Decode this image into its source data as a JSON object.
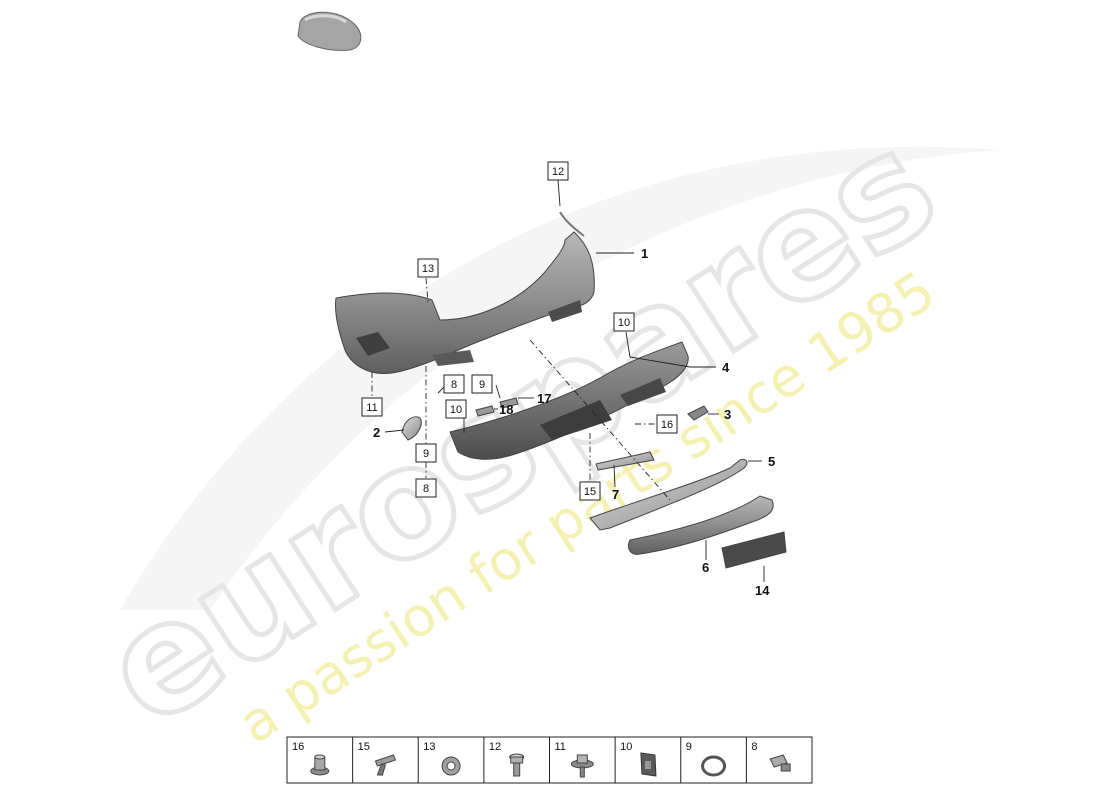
{
  "watermark": {
    "brand": "eurospares",
    "tagline": "a passion for parts since 1985"
  },
  "callouts": {
    "c1": "1",
    "c2": "2",
    "c3": "3",
    "c4": "4",
    "c5": "5",
    "c6": "6",
    "c7": "7",
    "c14": "14",
    "c17": "17",
    "c18": "18"
  },
  "boxed_refs": {
    "b12": "12",
    "b13": "13",
    "b11": "11",
    "b10_top": "10",
    "b8_left": "8",
    "b9_left": "9",
    "b10_left": "10",
    "b16": "16",
    "b9_bottom": "9",
    "b8_bottom": "8",
    "b15": "15"
  },
  "fastener_legend": [
    {
      "number": "16",
      "icon": "flanged-nut-icon"
    },
    {
      "number": "15",
      "icon": "expansion-rivet-icon"
    },
    {
      "number": "13",
      "icon": "retaining-washer-icon"
    },
    {
      "number": "12",
      "icon": "screw-icon"
    },
    {
      "number": "11",
      "icon": "collar-screw-icon"
    },
    {
      "number": "10",
      "icon": "clip-nut-icon"
    },
    {
      "number": "9",
      "icon": "sealing-ring-icon"
    },
    {
      "number": "8",
      "icon": "plug-connector-icon"
    }
  ]
}
